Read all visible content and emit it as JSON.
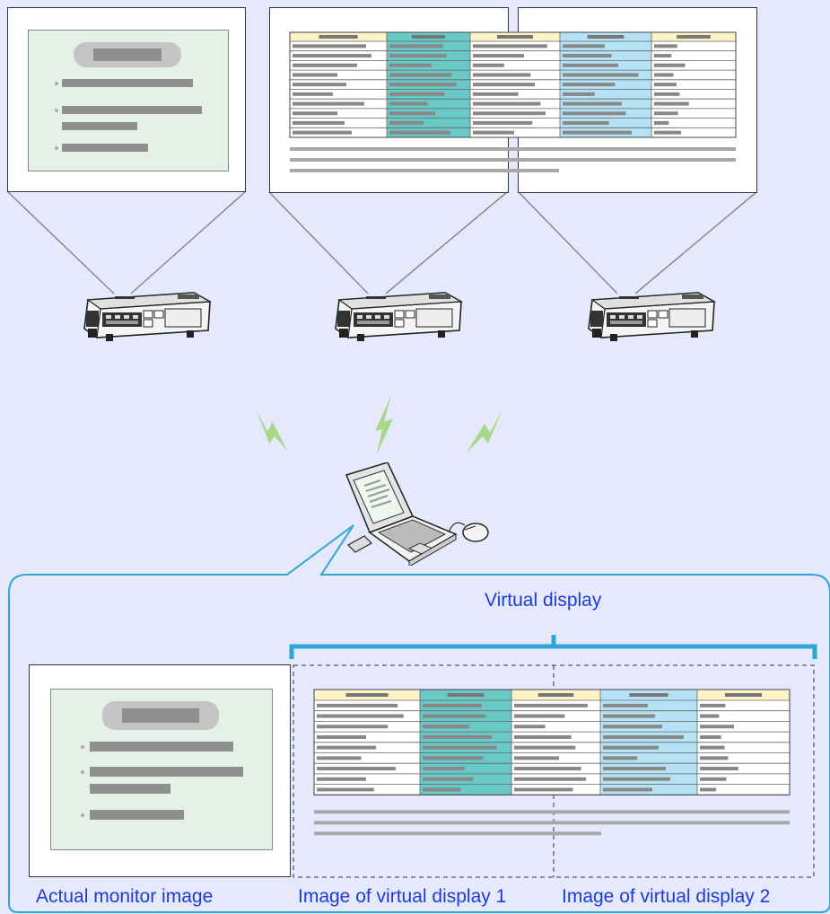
{
  "labels": {
    "virtual_display": "Virtual display",
    "actual_monitor": "Actual monitor image",
    "virtual_1": "Image of virtual display 1",
    "virtual_2": "Image of virtual display 2"
  },
  "colors": {
    "background": "#e5e9fb",
    "callout_border": "#2fa7d6",
    "caption_text": "#1f3bd6",
    "table_header": "#fdf3c6",
    "teal_column": "#68c9c7",
    "lightblue_column": "#b5e2f5",
    "slide_panel": "#e3f1e6",
    "signal": "#a8d88a"
  },
  "icons": [
    "projector-icon",
    "laptop-icon",
    "mouse-icon",
    "wireless-signal-icon"
  ]
}
